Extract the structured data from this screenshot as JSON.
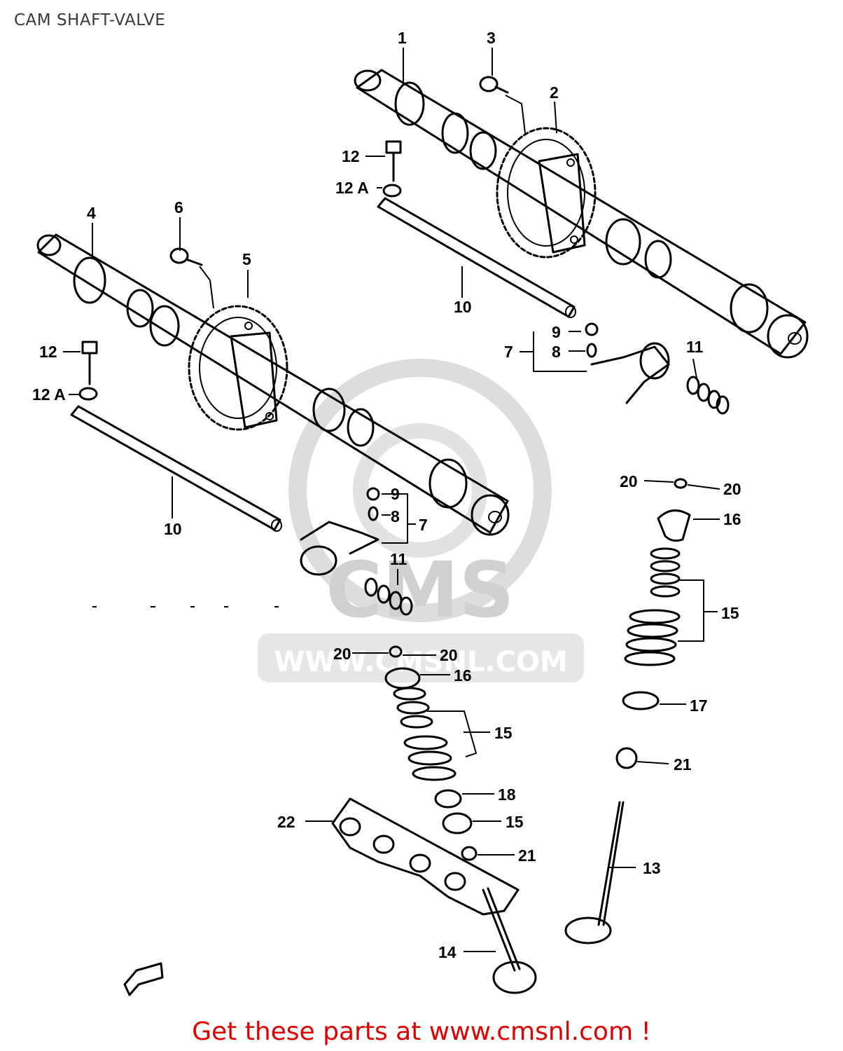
{
  "title": "CAM SHAFT-VALVE",
  "footer": "Get these parts at www.cmsnl.com !",
  "watermark": {
    "brand": "CMS",
    "url": "WWW.CMSNL.COM"
  },
  "callouts": [
    {
      "id": "c1",
      "text": "1"
    },
    {
      "id": "c2",
      "text": "2"
    },
    {
      "id": "c3",
      "text": "3"
    },
    {
      "id": "c4",
      "text": "4"
    },
    {
      "id": "c5",
      "text": "5"
    },
    {
      "id": "c6",
      "text": "6"
    },
    {
      "id": "c7a",
      "text": "7"
    },
    {
      "id": "c7b",
      "text": "7"
    },
    {
      "id": "c8a",
      "text": "8"
    },
    {
      "id": "c8b",
      "text": "8"
    },
    {
      "id": "c9a",
      "text": "9"
    },
    {
      "id": "c9b",
      "text": "9"
    },
    {
      "id": "c10a",
      "text": "10"
    },
    {
      "id": "c10b",
      "text": "10"
    },
    {
      "id": "c11a",
      "text": "11"
    },
    {
      "id": "c11b",
      "text": "11"
    },
    {
      "id": "c12a",
      "text": "12"
    },
    {
      "id": "c12b",
      "text": "12"
    },
    {
      "id": "c12Aa",
      "text": "12 A"
    },
    {
      "id": "c12Ab",
      "text": "12 A"
    },
    {
      "id": "c13",
      "text": "13"
    },
    {
      "id": "c14",
      "text": "14"
    },
    {
      "id": "c15a",
      "text": "15"
    },
    {
      "id": "c15b",
      "text": "15"
    },
    {
      "id": "c15c",
      "text": "15"
    },
    {
      "id": "c16a",
      "text": "16"
    },
    {
      "id": "c16b",
      "text": "16"
    },
    {
      "id": "c17",
      "text": "17"
    },
    {
      "id": "c18",
      "text": "18"
    },
    {
      "id": "c20a",
      "text": "20"
    },
    {
      "id": "c20b",
      "text": "20"
    },
    {
      "id": "c20c",
      "text": "20"
    },
    {
      "id": "c20d",
      "text": "20"
    },
    {
      "id": "c21a",
      "text": "21"
    },
    {
      "id": "c21b",
      "text": "21"
    },
    {
      "id": "c22",
      "text": "22"
    }
  ]
}
